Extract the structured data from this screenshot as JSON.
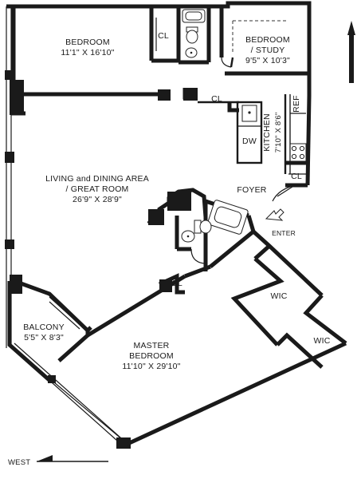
{
  "rooms": {
    "bedroom": {
      "name": "BEDROOM",
      "size": "11'1\" X 16'10\""
    },
    "bedroom_study": {
      "name_line1": "BEDROOM",
      "name_line2": "/ STUDY",
      "size": "9'5\" X 10'3\""
    },
    "kitchen": {
      "name": "KITCHEN",
      "size": "7'10\" X 8'6\""
    },
    "living": {
      "name_line1": "LIVING and DINING AREA",
      "name_line2": "/ GREAT ROOM",
      "size": "26'9\" X 28'9\""
    },
    "balcony": {
      "name": "BALCONY",
      "size": "5'5\" X 8'3\""
    },
    "master": {
      "name": "MASTER",
      "name_line2": "BEDROOM",
      "size": "11'10\" X 29'10\""
    },
    "foyer": {
      "name": "FOYER"
    }
  },
  "labels": {
    "closet": "CL",
    "walk_in_closet": "WIC",
    "refrigerator": "REF",
    "dishwasher": "DW",
    "enter": "ENTER",
    "west": "WEST"
  }
}
